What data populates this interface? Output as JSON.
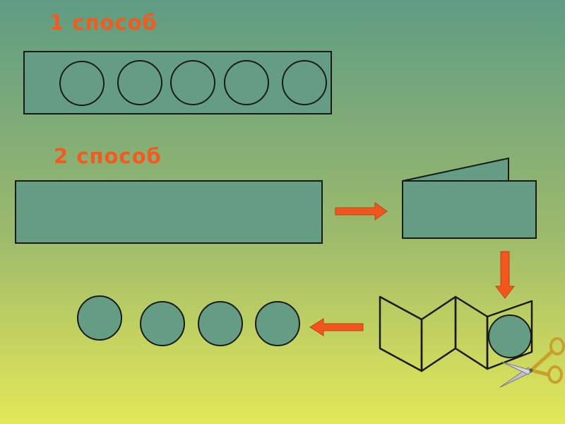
{
  "labels": {
    "method_1": "1 способ",
    "method_2": "2 способ"
  },
  "colors": {
    "background_top": "#5e9c82",
    "background_bottom": "#e3e858",
    "shape_fill": "#659d84",
    "outline": "#1a1a1a",
    "arrow_fill": "#f2561c",
    "label_text": "#f25a1f",
    "scissors_handle": "#c7a12a",
    "scissors_blade": "#c0c0c8"
  },
  "icons": {
    "arrow": "arrow-icon",
    "scissors": "scissors-icon"
  },
  "method_1": {
    "circles_on_strip": 5
  },
  "method_2": {
    "result_circles": 4,
    "accordion_panels": 4
  }
}
